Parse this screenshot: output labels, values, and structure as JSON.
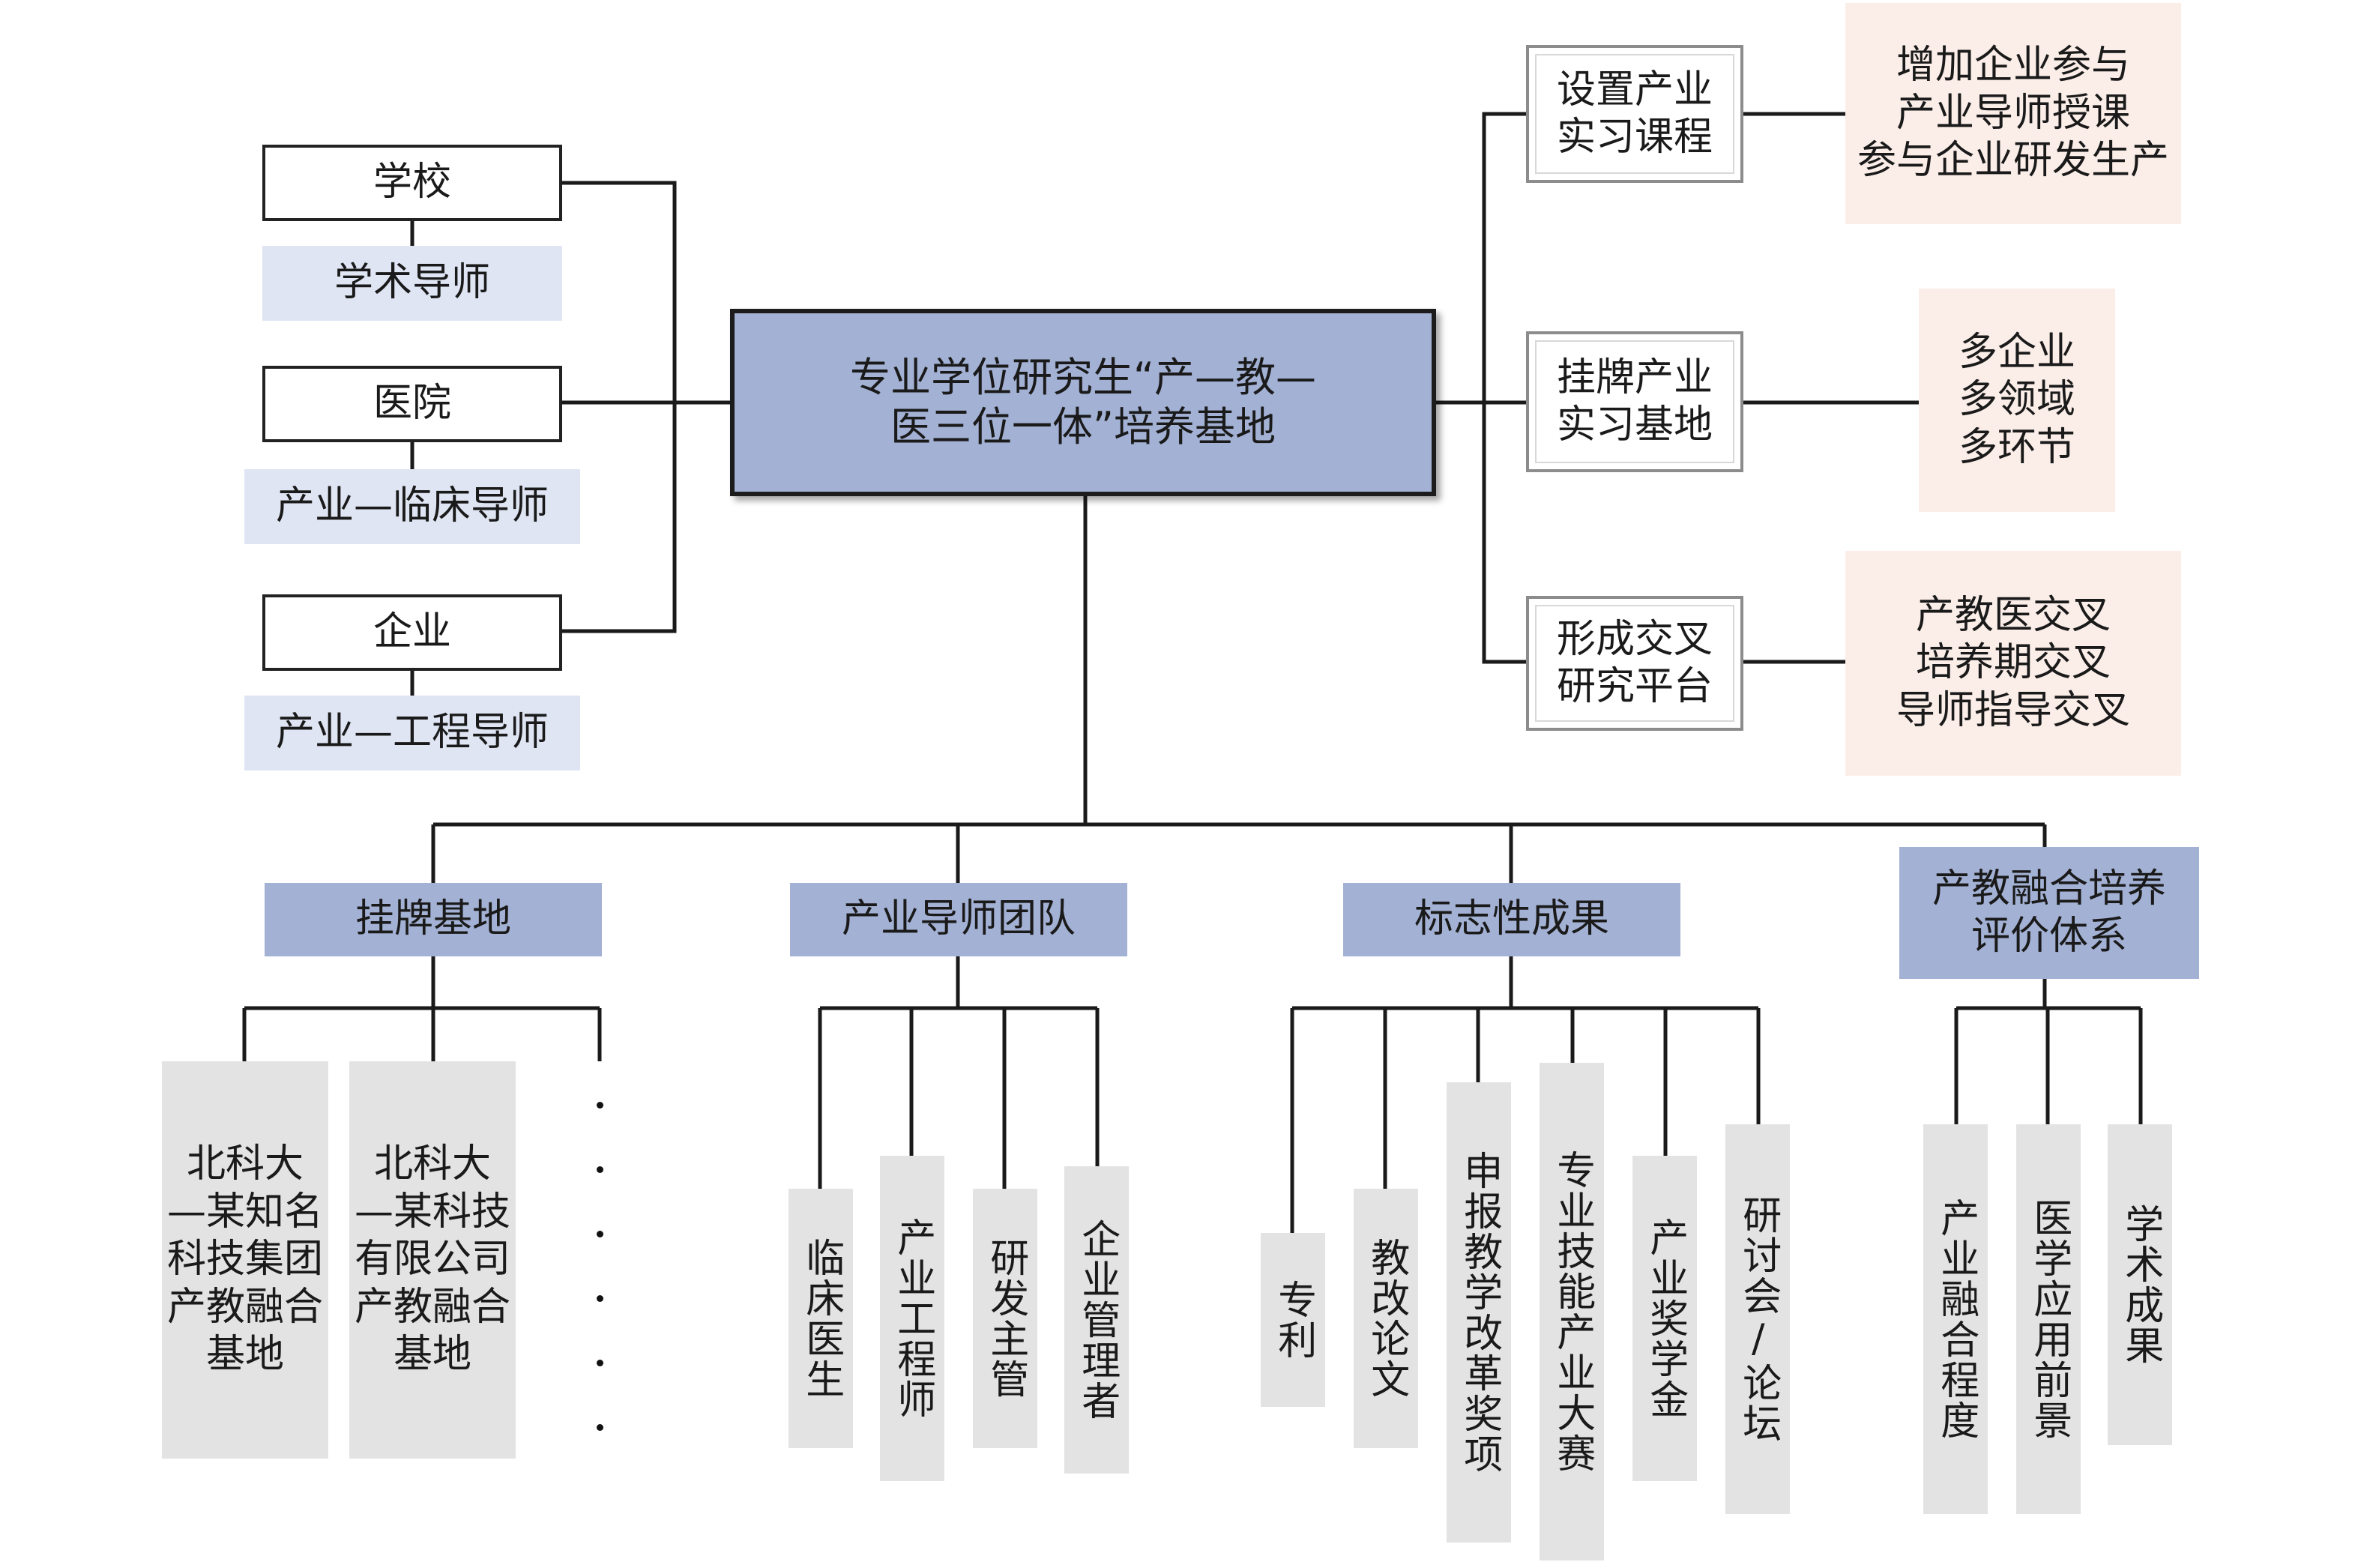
{
  "center": {
    "title": "专业学位研究生“产—教—\n医三位一体”培养基地"
  },
  "entities": [
    {
      "name": "学校",
      "mentor": "学术导师"
    },
    {
      "name": "医院",
      "mentor": "产业—临床导师"
    },
    {
      "name": "企业",
      "mentor": "产业—工程导师"
    }
  ],
  "right_branches": [
    {
      "label": "设置产业\n实习课程",
      "detail": "增加企业参与\n产业导师授课\n参与企业研发生产"
    },
    {
      "label": "挂牌产业\n实习基地",
      "detail": "多企业\n多领域\n多环节"
    },
    {
      "label": "形成交叉\n研究平台",
      "detail": "产教医交叉\n培养期交叉\n导师指导交叉"
    }
  ],
  "categories": [
    {
      "label": "挂牌基地",
      "items": [
        "北科大\n—某知名\n科技集团\n产教融合\n基地",
        "北科大\n—某科技\n有限公司\n产教融合\n基地"
      ]
    },
    {
      "label": "产业导师团队",
      "items": [
        "临床医生",
        "产业工程师",
        "研发主管",
        "企业管理者"
      ]
    },
    {
      "label": "标志性成果",
      "items": [
        "专利",
        "教改论文",
        "申报教学改革奖项",
        "专业技能产业大赛",
        "产业奖学金",
        "研讨会/论坛"
      ]
    },
    {
      "label": "产教融合培养\n评价体系",
      "items": [
        "产业融合程度",
        "医学应用前景",
        "学术成果"
      ]
    }
  ]
}
